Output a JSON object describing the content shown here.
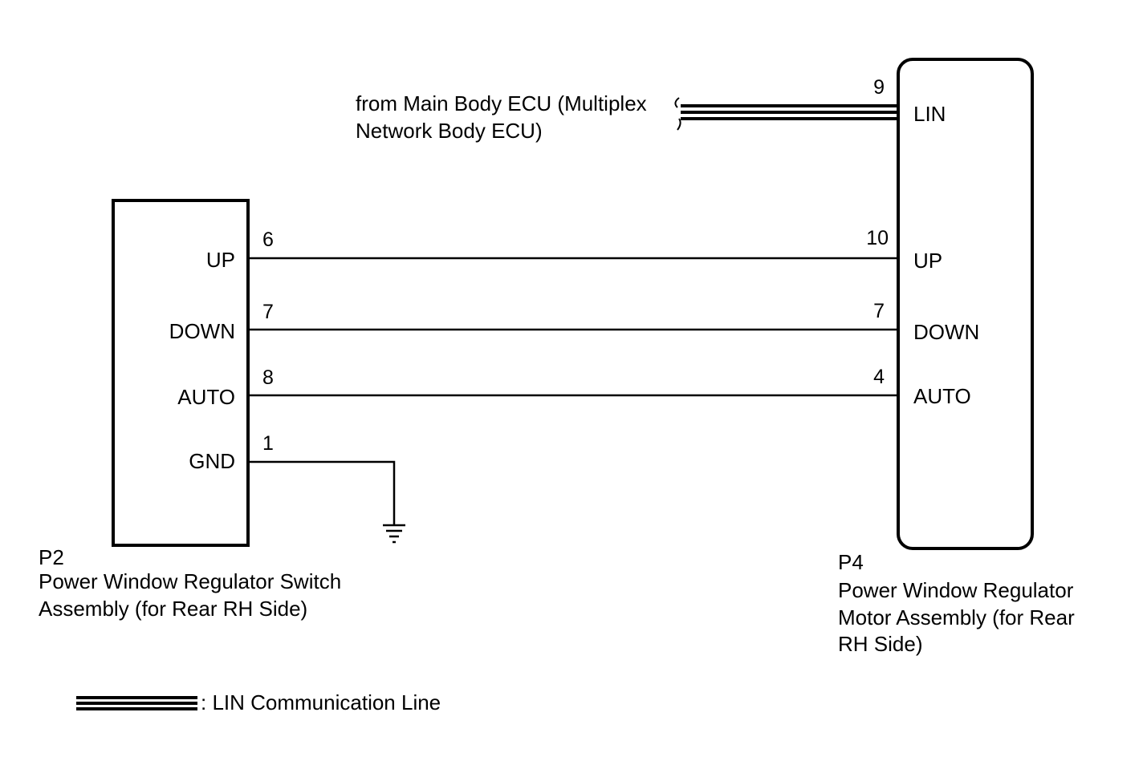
{
  "ecu_source": {
    "line1": "from Main Body ECU (Multiplex",
    "line2": "Network Body ECU)"
  },
  "p2": {
    "code": "P2",
    "name_line1": "Power Window Regulator Switch",
    "name_line2": "Assembly (for Rear RH Side)",
    "terminals": {
      "up": {
        "label": "UP",
        "pin": "6"
      },
      "down": {
        "label": "DOWN",
        "pin": "7"
      },
      "auto": {
        "label": "AUTO",
        "pin": "8"
      },
      "gnd": {
        "label": "GND",
        "pin": "1"
      }
    }
  },
  "p4": {
    "code": "P4",
    "name_line1": "Power Window Regulator",
    "name_line2": "Motor Assembly (for Rear",
    "name_line3": "RH Side)",
    "terminals": {
      "lin": {
        "label": "LIN",
        "pin": "9"
      },
      "up": {
        "label": "UP",
        "pin": "10"
      },
      "down": {
        "label": "DOWN",
        "pin": "7"
      },
      "auto": {
        "label": "AUTO",
        "pin": "4"
      }
    }
  },
  "legend": {
    "text": ": LIN Communication Line"
  }
}
